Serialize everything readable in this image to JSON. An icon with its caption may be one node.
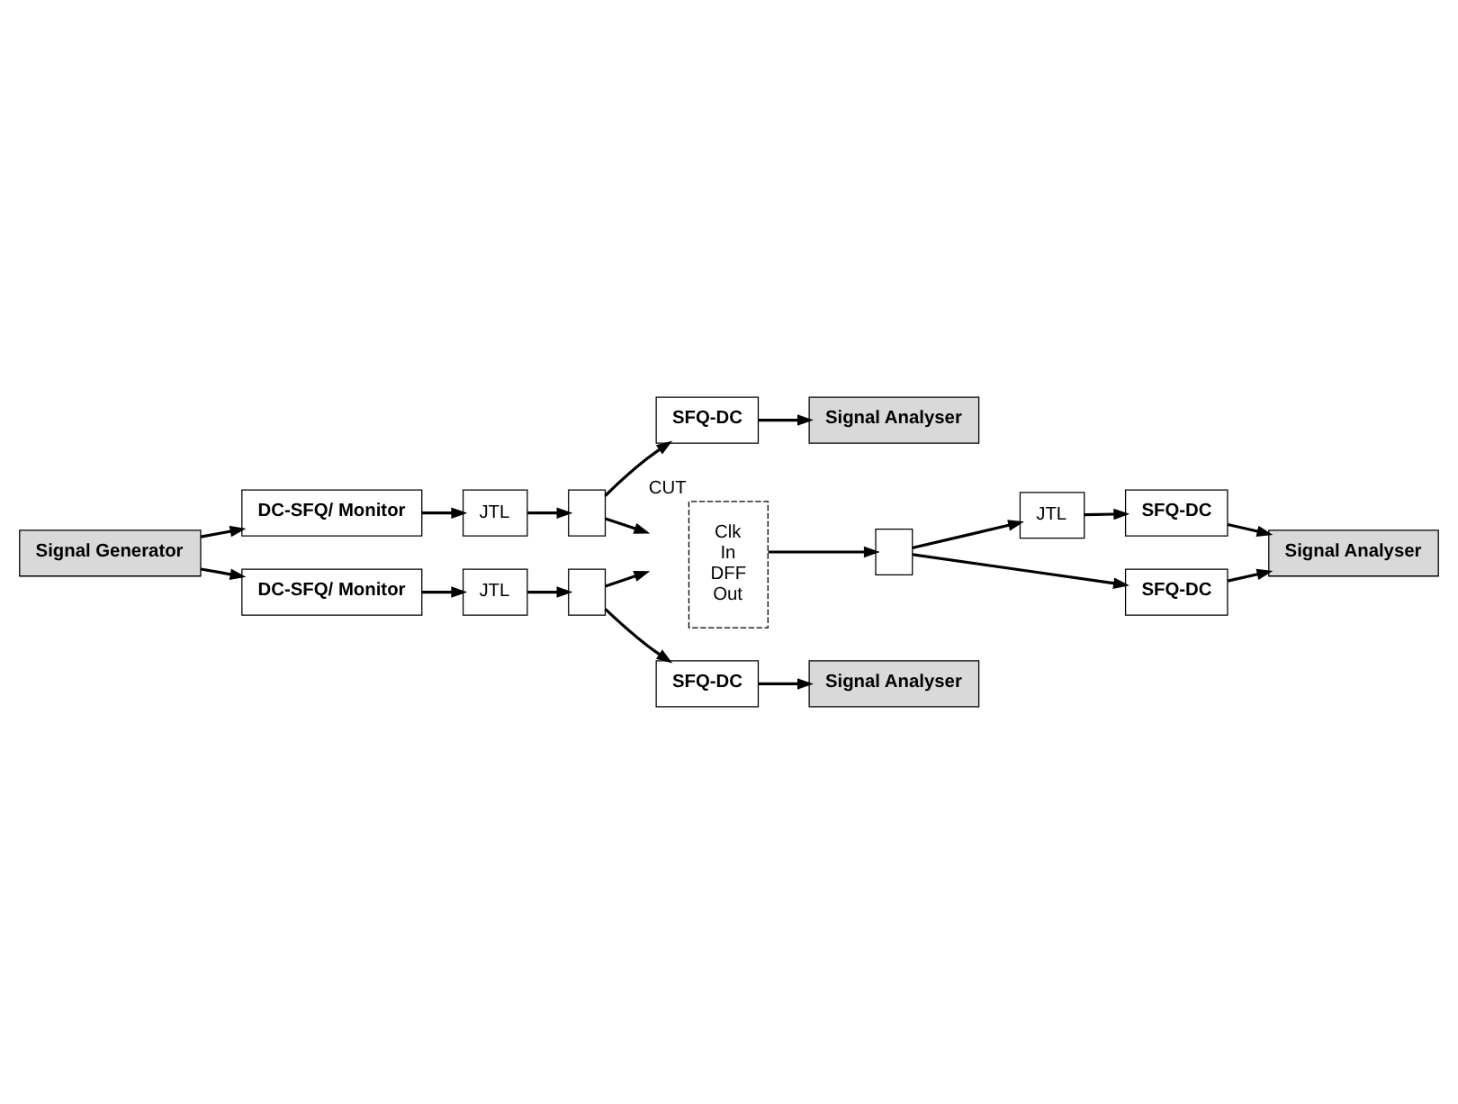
{
  "diagram": {
    "nodes": [
      {
        "text": [
          "Signal Generator"
        ]
      },
      {
        "text": [
          "DC-SFQ/ Monitor"
        ]
      },
      {
        "text": [
          "JTL"
        ]
      },
      {
        "text": [],
        "shape": "box"
      },
      {
        "text": [
          "SFQ-DC"
        ]
      },
      {
        "text": [
          "Signal Analyser"
        ]
      },
      {
        "text": [
          "DC-SFQ/ Monitor"
        ]
      },
      {
        "text": [
          "JTL"
        ]
      },
      {
        "text": [],
        "shape": "box"
      },
      {
        "text": [
          "SFQ-DC"
        ]
      },
      {
        "text": [
          "Signal Analyser"
        ]
      },
      {
        "text": [
          "Clk",
          "In",
          "DFF",
          "Out"
        ],
        "beside": [
          "CUT"
        ]
      },
      {
        "text": [],
        "shape": "box"
      },
      {
        "text": [
          "JTL"
        ]
      },
      {
        "text": [
          "SFQ-DC"
        ]
      },
      {
        "text": [
          "Signal Analyser"
        ]
      },
      {
        "text": [
          "SFQ-DC"
        ]
      }
    ],
    "edges": [
      {
        "from": 0,
        "to": 1,
        "arrow": "to"
      },
      {
        "from": 0,
        "to": 6,
        "arrow": "to"
      },
      {
        "from": 1,
        "to": 2,
        "arrow": "to"
      },
      {
        "from": 2,
        "to": 3,
        "arrow": "to"
      },
      {
        "from": 3,
        "to": 4,
        "arrow": "to"
      },
      {
        "from": 3,
        "to": 11,
        "arrow": "to"
      },
      {
        "from": 4,
        "to": 5,
        "arrow": "to"
      },
      {
        "from": 6,
        "to": 7,
        "arrow": "to"
      },
      {
        "from": 7,
        "to": 8,
        "arrow": "to"
      },
      {
        "from": 8,
        "to": 11,
        "arrow": "to"
      },
      {
        "from": 8,
        "to": 9,
        "arrow": "to"
      },
      {
        "from": 9,
        "to": 10,
        "arrow": "to"
      },
      {
        "from": 11,
        "to": 12,
        "arrow": "to"
      },
      {
        "from": 12,
        "to": 13,
        "arrow": "to"
      },
      {
        "from": 12,
        "to": 16,
        "arrow": "to"
      },
      {
        "from": 13,
        "to": 14,
        "arrow": "to"
      },
      {
        "from": 14,
        "to": 15,
        "arrow": "to"
      },
      {
        "from": 16,
        "to": 15,
        "arrow": "to"
      }
    ]
  }
}
